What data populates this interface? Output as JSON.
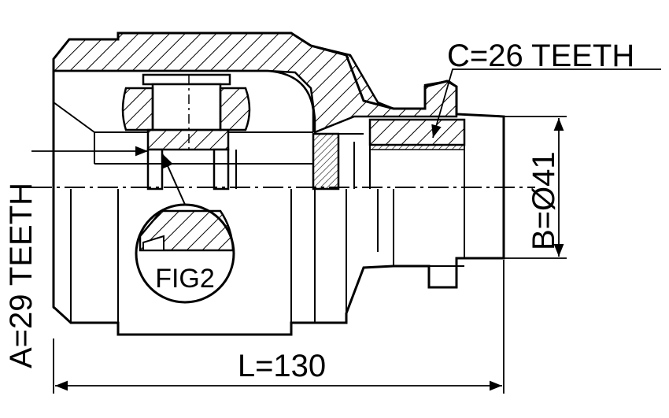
{
  "labels": {
    "teeth_a": "A=29 TEETH",
    "teeth_c": "C=26 TEETH",
    "diameter_b": "B=Ø41",
    "length": "L=130",
    "figure": "FIG2"
  }
}
